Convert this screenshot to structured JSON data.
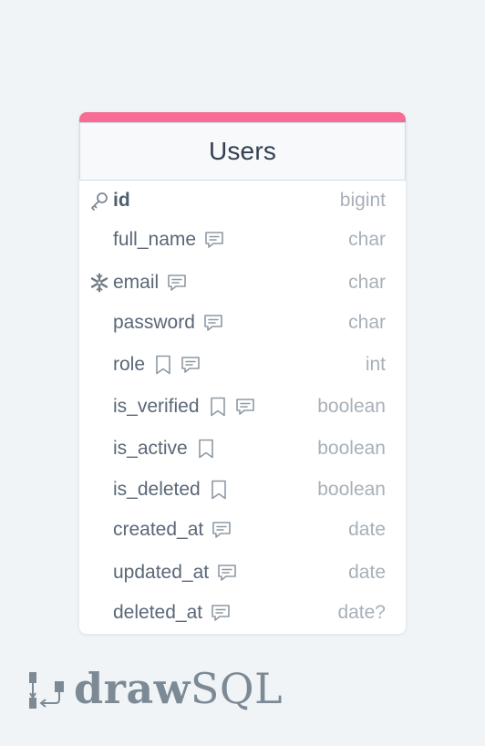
{
  "table": {
    "name": "Users",
    "accent_color": "#f66c93",
    "columns": [
      {
        "name": "id",
        "type": "bigint",
        "primary_key": true,
        "lead_icon": "key-icon",
        "icons": []
      },
      {
        "name": "full_name",
        "type": "char",
        "icons": [
          "comment-icon"
        ]
      },
      {
        "name": "email",
        "type": "char",
        "lead_icon": "unique-snowflake-icon",
        "icons": [
          "comment-icon"
        ]
      },
      {
        "name": "password",
        "type": "char",
        "icons": [
          "comment-icon"
        ]
      },
      {
        "name": "role",
        "type": "int",
        "icons": [
          "bookmark-icon",
          "comment-icon"
        ]
      },
      {
        "name": "is_verified",
        "type": "boolean",
        "icons": [
          "bookmark-icon",
          "comment-icon"
        ]
      },
      {
        "name": "is_active",
        "type": "boolean",
        "icons": [
          "bookmark-icon"
        ]
      },
      {
        "name": "is_deleted",
        "type": "boolean",
        "icons": [
          "bookmark-icon"
        ]
      },
      {
        "name": "created_at",
        "type": "date",
        "icons": [
          "comment-icon"
        ]
      },
      {
        "name": "updated_at",
        "type": "date",
        "icons": [
          "comment-icon"
        ]
      },
      {
        "name": "deleted_at",
        "type": "date?",
        "icons": [
          "comment-icon"
        ]
      }
    ]
  },
  "branding": {
    "logo_word_bold": "draw",
    "logo_word_light": "SQL",
    "logo_icon": "drawsql-logo-icon"
  }
}
